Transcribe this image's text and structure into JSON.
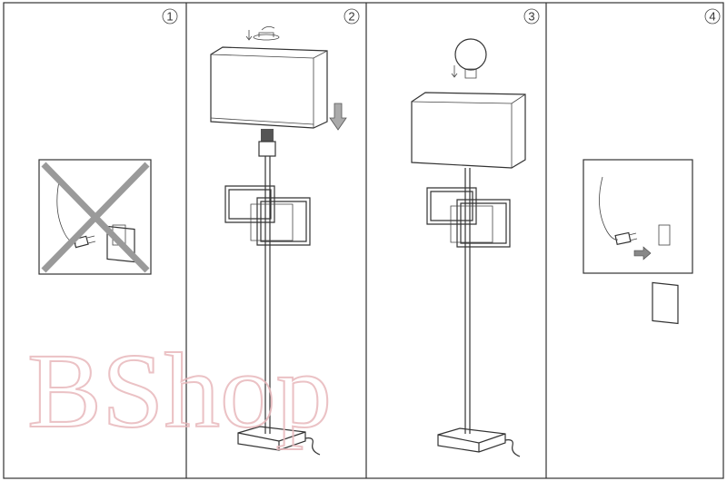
{
  "steps": [
    {
      "number": "1"
    },
    {
      "number": "2"
    },
    {
      "number": "3"
    },
    {
      "number": "4"
    }
  ],
  "watermark": "BShop",
  "colors": {
    "line": "#333333",
    "arrow_fill": "#aaaaaa",
    "watermark": "#e8b8bc"
  }
}
